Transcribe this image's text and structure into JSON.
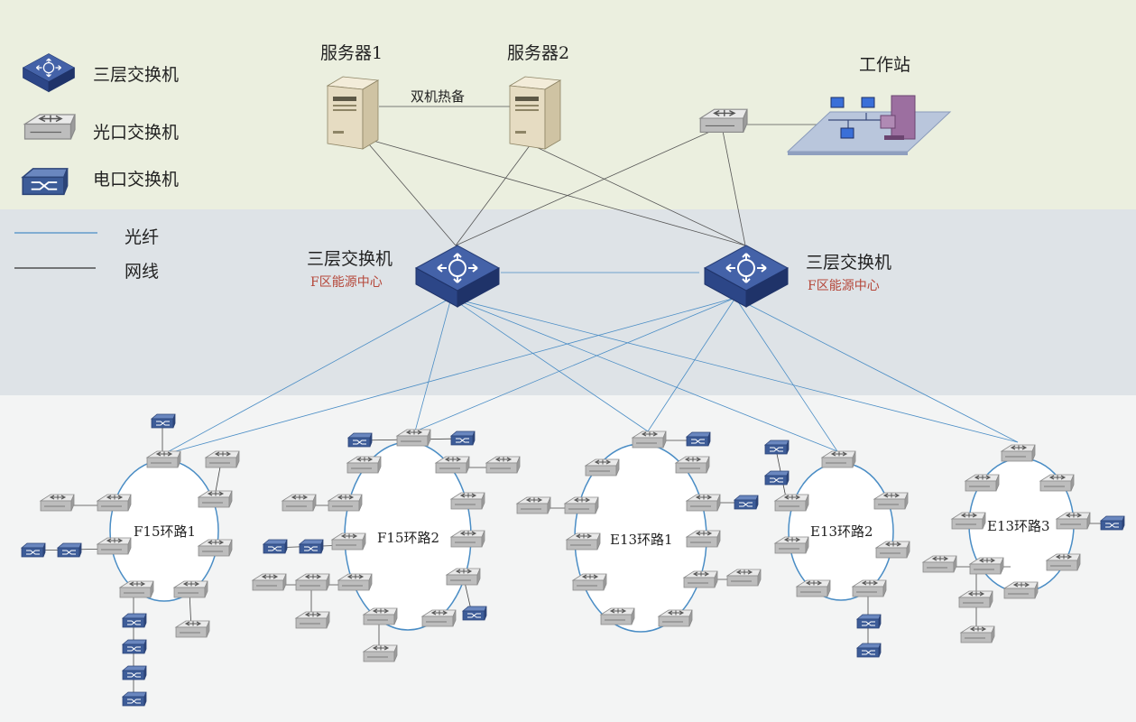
{
  "legend": {
    "l3_switch": "三层交换机",
    "optical_switch": "光口交换机",
    "electrical_switch": "电口交换机",
    "fiber": "光纤",
    "cable": "网线"
  },
  "colors": {
    "top_band": "#ebefdf",
    "mid_band": "#dee3e7",
    "bottom_band": "#f3f4f4",
    "fiber_line": "#4a8dc5",
    "cable_line": "#333333",
    "l3_switch": "#334e93",
    "electrical_switch": "#3d5c98",
    "server": "#e3d9bf",
    "location_text": "#b5473a"
  },
  "servers": {
    "server1": "服务器1",
    "server2": "服务器2",
    "hot_standby": "双机热备",
    "workstation": "工作站"
  },
  "core": {
    "left_label": "三层交换机",
    "left_location": "F区能源中心",
    "right_label": "三层交换机",
    "right_location": "F区能源中心"
  },
  "rings": {
    "f15_1": "F15环路1",
    "f15_2": "F15环路2",
    "e13_1": "E13环路1",
    "e13_2": "E13环路2",
    "e13_3": "E13环路3"
  },
  "icons": [
    "l3-switch-icon",
    "optical-switch-icon",
    "electrical-switch-icon",
    "server-icon",
    "workstation-icon"
  ]
}
